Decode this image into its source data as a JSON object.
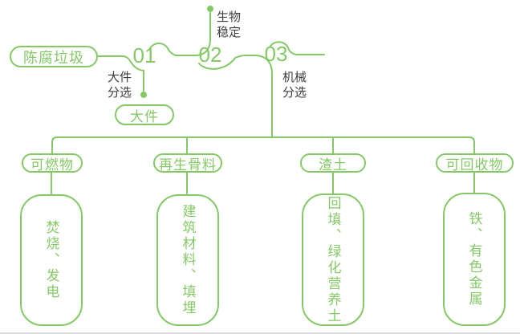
{
  "palette": {
    "line_green": "#85C967",
    "label_dark": "#3D3D3D",
    "background": "#FFFFFF",
    "baseline_gray": "#DBDBDB"
  },
  "flow": {
    "source_label": "陈腐垃圾",
    "milestones": [
      {
        "number": "01",
        "side_label": "大件\n分选",
        "output_label": "大件"
      },
      {
        "number": "02",
        "side_label": "生物\n稳定"
      },
      {
        "number": "03",
        "side_label": "机械\n分选"
      }
    ],
    "branches": [
      {
        "category": "可燃物",
        "result": "焚烧、发电"
      },
      {
        "category": "再生骨料",
        "result": "建筑材料、填埋"
      },
      {
        "category": "渣土",
        "result": "回填、绿化营养土"
      },
      {
        "category": "可回收物",
        "result": "铁、有色金属"
      }
    ]
  }
}
